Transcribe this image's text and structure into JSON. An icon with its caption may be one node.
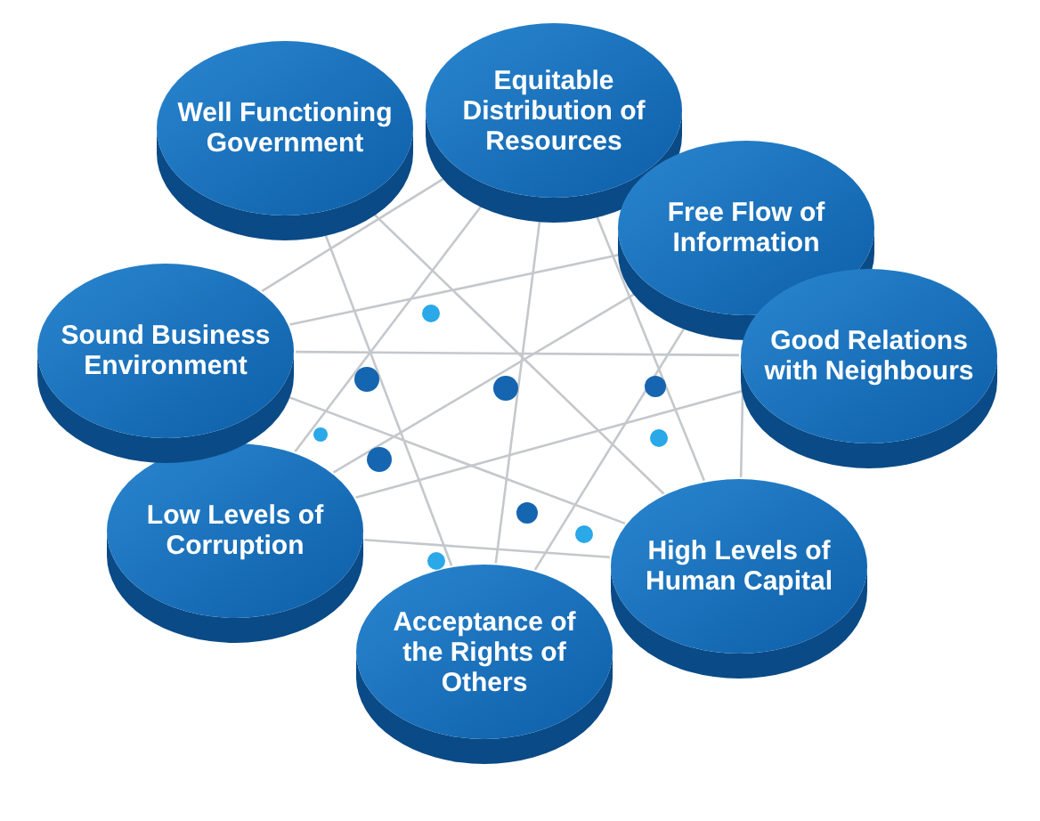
{
  "diagram": {
    "nodes": [
      {
        "text": [
          "Well Functioning Government"
        ]
      },
      {
        "text": [
          "Equitable Distribution of Resources"
        ]
      },
      {
        "text": [
          "Free Flow of Information"
        ]
      },
      {
        "text": [
          "Good Relations with Neighbours"
        ]
      },
      {
        "text": [
          "High Levels of Human Capital"
        ]
      },
      {
        "text": [
          "Acceptance of the Rights of Others"
        ]
      },
      {
        "text": [
          "Low Levels of Corruption"
        ]
      },
      {
        "text": [
          "Sound Business Environment"
        ]
      }
    ],
    "edges": [
      {
        "from": 0,
        "to": 4,
        "arrow": "none"
      },
      {
        "from": 0,
        "to": 5,
        "arrow": "none"
      },
      {
        "from": 1,
        "to": 4,
        "arrow": "none"
      },
      {
        "from": 1,
        "to": 5,
        "arrow": "none"
      },
      {
        "from": 1,
        "to": 6,
        "arrow": "none"
      },
      {
        "from": 1,
        "to": 7,
        "arrow": "none"
      },
      {
        "from": 2,
        "to": 4,
        "arrow": "none"
      },
      {
        "from": 2,
        "to": 5,
        "arrow": "none"
      },
      {
        "from": 2,
        "to": 6,
        "arrow": "none"
      },
      {
        "from": 2,
        "to": 7,
        "arrow": "none"
      },
      {
        "from": 3,
        "to": 6,
        "arrow": "none"
      },
      {
        "from": 3,
        "to": 7,
        "arrow": "none"
      },
      {
        "from": 4,
        "to": 6,
        "arrow": "none"
      },
      {
        "from": 4,
        "to": 7,
        "arrow": "none"
      }
    ]
  }
}
